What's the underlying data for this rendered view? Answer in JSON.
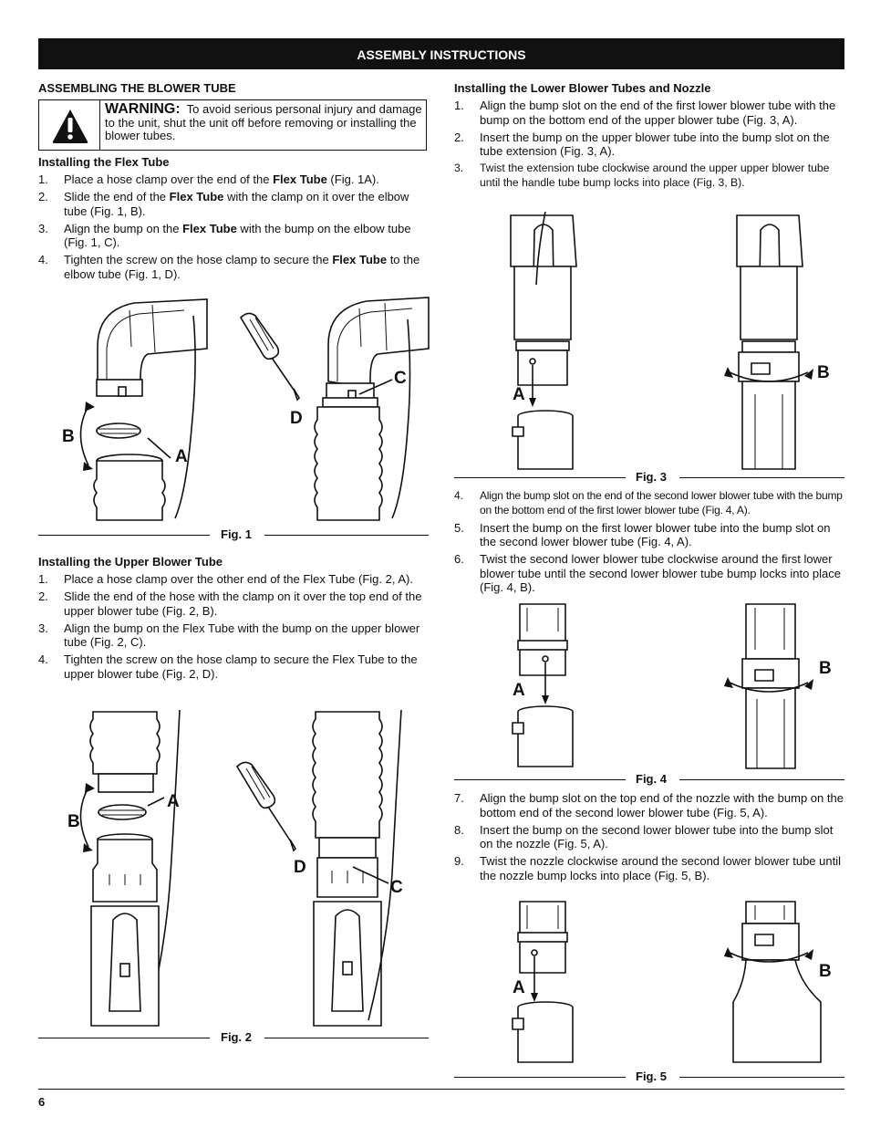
{
  "header": {
    "title": "ASSEMBLY INSTRUCTIONS"
  },
  "left": {
    "section_title": "ASSEMBLING THE BLOWER TUBE",
    "warning": {
      "word": "WARNING:",
      "text": "To avoid serious personal injury and damage to the unit, shut the unit off before removing or installing the blower tubes."
    },
    "flex_tube": {
      "title": "Installing the Flex Tube",
      "steps": [
        {
          "n": "1.",
          "pre": "Place a hose clamp over the end of the ",
          "bold": "Flex Tube",
          "post": " (Fig. 1A)."
        },
        {
          "n": "2.",
          "pre": "Slide the end of the ",
          "bold": "Flex Tube",
          "post": " with the clamp on it over the elbow tube (Fig. 1, B)."
        },
        {
          "n": "3.",
          "pre": "Align the bump on the ",
          "bold": "Flex Tube",
          "post": " with the bump on the elbow tube (Fig. 1, C)."
        },
        {
          "n": "4.",
          "pre": "Tighten the screw on the hose clamp to secure the ",
          "bold": "Flex Tube",
          "post": " to the elbow tube (Fig. 1, D)."
        }
      ]
    },
    "fig1": {
      "caption": "Fig. 1",
      "labels": {
        "a": "A",
        "b": "B",
        "c": "C",
        "d": "D"
      }
    },
    "upper_tube": {
      "title": "Installing the Upper Blower Tube",
      "steps": [
        {
          "n": "1.",
          "text": "Place a hose clamp over the other end of the Flex Tube (Fig. 2, A)."
        },
        {
          "n": "2.",
          "text": "Slide the end of the hose with the clamp on it over the top end of the upper blower tube (Fig. 2, B)."
        },
        {
          "n": "3.",
          "text": "Align the bump on the Flex Tube with the bump on the upper blower tube (Fig. 2, C)."
        },
        {
          "n": "4.",
          "text": "Tighten the screw on the hose clamp to secure the Flex Tube to the upper blower tube (Fig. 2, D)."
        }
      ]
    },
    "fig2": {
      "caption": "Fig. 2",
      "labels": {
        "a": "A",
        "b": "B",
        "c": "C",
        "d": "D"
      }
    }
  },
  "right": {
    "lower_tubes": {
      "title": "Installing the Lower Blower Tubes and Nozzle",
      "steps_a": [
        {
          "n": "1.",
          "text": "Align the bump slot on the end of the first lower blower tube with the bump on the bottom end of the upper blower tube (Fig. 3, A)."
        },
        {
          "n": "2.",
          "text": "Insert the bump on the upper blower tube into the bump slot on the tube extension (Fig. 3, A)."
        },
        {
          "n": "3.",
          "text": "Twist the extension tube clockwise around the upper upper blower tube until the handle tube bump locks into place (Fig. 3, B)."
        }
      ],
      "steps_b": [
        {
          "n": "4.",
          "text": "Align the bump slot on the end of the second lower blower tube with the bump on the bottom end of the first lower blower tube (Fig. 4, A)."
        },
        {
          "n": "5.",
          "text": "Insert the bump on the first lower blower tube into the bump slot on the second lower blower tube (Fig. 4, A)."
        },
        {
          "n": "6.",
          "text": "Twist the second lower blower tube clockwise around the first lower blower tube until the second lower blower tube bump locks into place (Fig. 4, B)."
        }
      ],
      "steps_c": [
        {
          "n": "7.",
          "text": "Align the bump slot on the top end of the nozzle with the bump on the bottom end of the second lower blower tube (Fig. 5, A)."
        },
        {
          "n": "8.",
          "text": "Insert the bump on the second lower blower tube into the bump slot on the nozzle (Fig. 5, A)."
        },
        {
          "n": "9.",
          "text": "Twist the nozzle clockwise around the second lower blower tube until the nozzle bump locks into place (Fig. 5, B)."
        }
      ]
    },
    "fig3": {
      "caption": "Fig. 3",
      "labels": {
        "a": "A",
        "b": "B"
      }
    },
    "fig4": {
      "caption": "Fig. 4",
      "labels": {
        "a": "A",
        "b": "B"
      }
    },
    "fig5": {
      "caption": "Fig. 5",
      "labels": {
        "a": "A",
        "b": "B"
      }
    }
  },
  "footer": {
    "page_number": "6"
  }
}
